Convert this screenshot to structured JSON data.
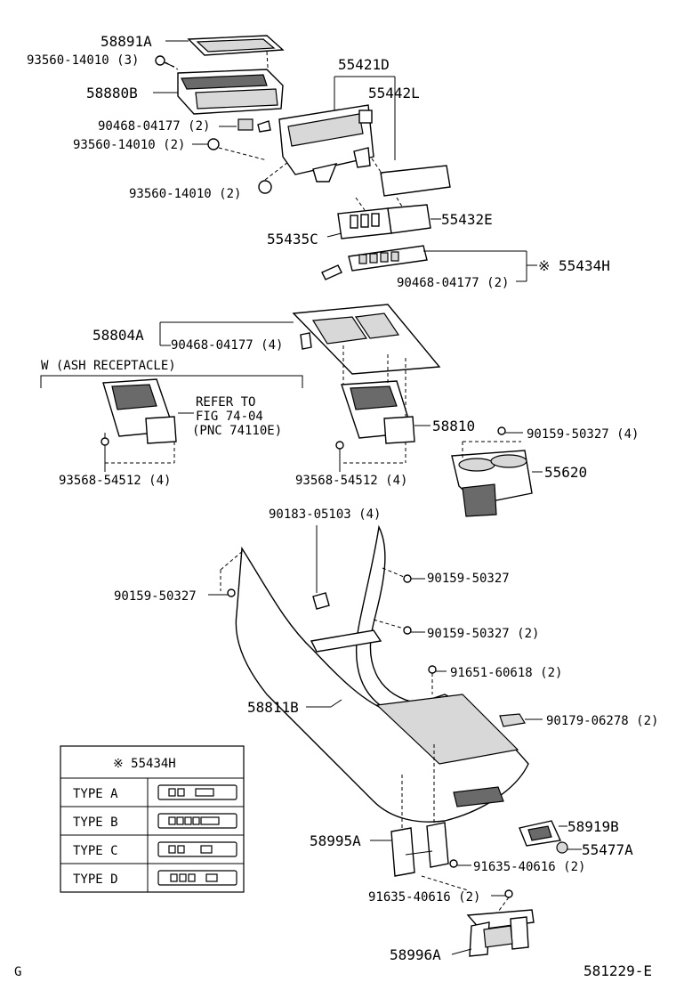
{
  "labels": {
    "p58891A": "58891A",
    "p93560_3": "93560-14010 (3)",
    "p58880B": "58880B",
    "p90468_a": "90468-04177 (2)",
    "p93560_2a": "93560-14010 (2)",
    "p93560_2b": "93560-14010 (2)",
    "p55421D": "55421D",
    "p55442L": "55442L",
    "p55432E": "55432E",
    "p55435C": "55435C",
    "p55434H": "※ 55434H",
    "p90468_b": "90468-04177 (2)",
    "p58804A": "58804A",
    "p90468_c": "90468-04177 (4)",
    "ash_header": "W (ASH RECEPTACLE)",
    "refer1": "REFER TO",
    "refer2": "FIG 74-04",
    "refer3": "(PNC 74110E)",
    "p93568_a": "93568-54512 (4)",
    "p58810": "58810",
    "p93568_b": "93568-54512 (4)",
    "p90159_4": "90159-50327 (4)",
    "p55620": "55620",
    "p90183": "90183-05103 (4)",
    "p90159_a": "90159-50327",
    "p90159_b": "90159-50327",
    "p90159_2": "90159-50327 (2)",
    "p91651": "91651-60618 (2)",
    "p58811B": "58811B",
    "p90179": "90179-06278 (2)",
    "p58919B": "58919B",
    "p55477A": "55477A",
    "p58995A": "58995A",
    "p91635_a": "91635-40616 (2)",
    "p91635_b": "91635-40616 (2)",
    "p58996A": "58996A",
    "corner_left": "G",
    "figure_code": "581229-E"
  },
  "switch_table": {
    "header": "※ 55434H",
    "rows": [
      {
        "type": "TYPE A"
      },
      {
        "type": "TYPE B"
      },
      {
        "type": "TYPE C"
      },
      {
        "type": "TYPE D"
      }
    ]
  }
}
